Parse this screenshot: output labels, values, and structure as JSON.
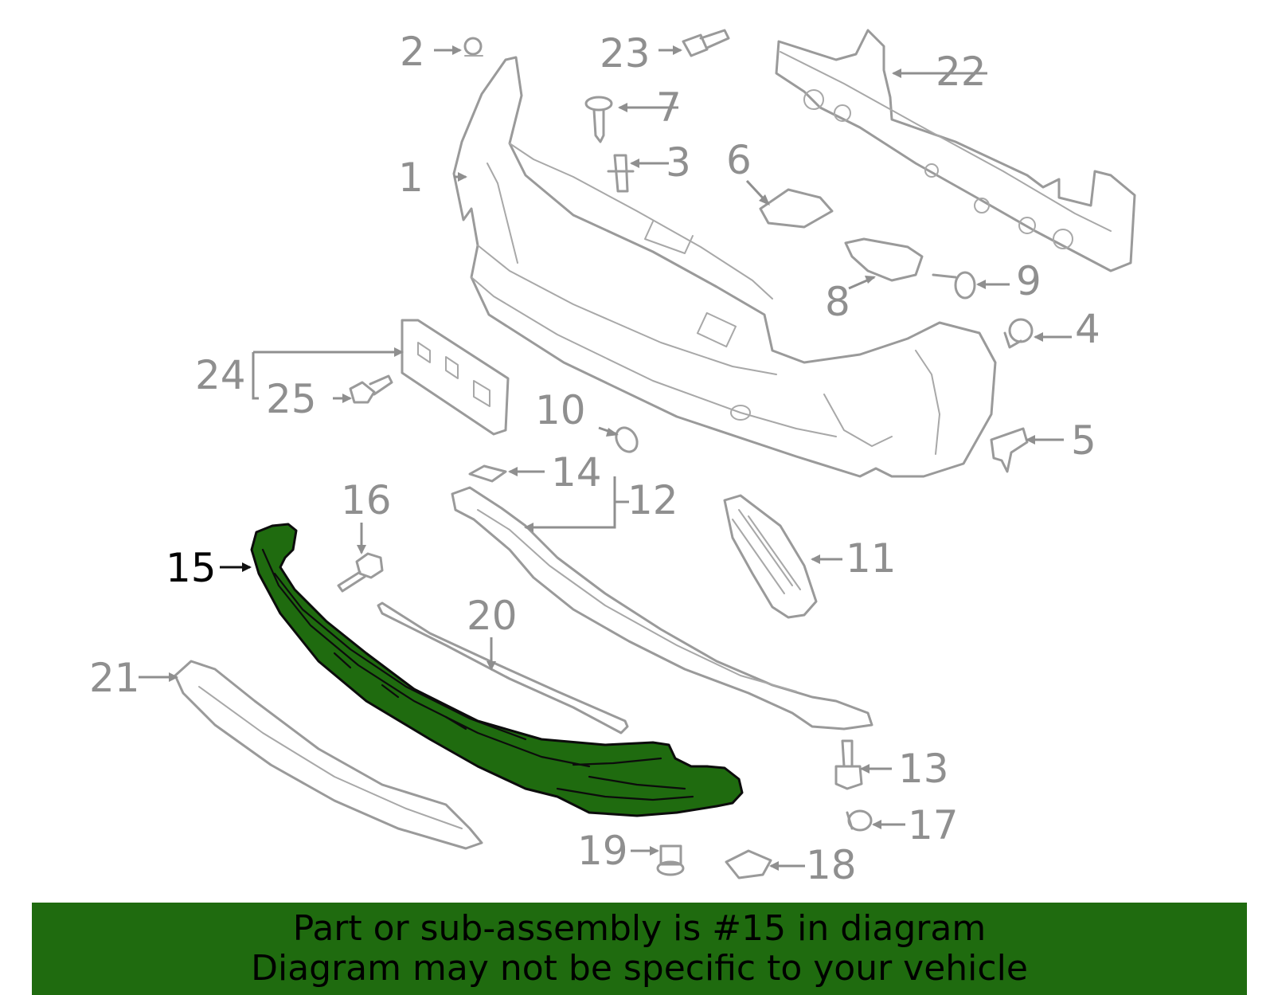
{
  "highlight_color": "#1f6b0f",
  "line_color": "#9a9a9a",
  "callouts": {
    "c1": "1",
    "c2": "2",
    "c3": "3",
    "c4": "4",
    "c5": "5",
    "c6": "6",
    "c7": "7",
    "c8": "8",
    "c9": "9",
    "c10": "10",
    "c11": "11",
    "c12": "12",
    "c13": "13",
    "c14": "14",
    "c15": "15",
    "c16": "16",
    "c17": "17",
    "c18": "18",
    "c19": "19",
    "c20": "20",
    "c21": "21",
    "c22": "22",
    "c23": "23",
    "c24": "24",
    "c25": "25"
  },
  "highlighted_part": "15",
  "banner": {
    "line1": "Part or sub-assembly is #15 in diagram",
    "line2": "Diagram may not be specific to your vehicle"
  }
}
